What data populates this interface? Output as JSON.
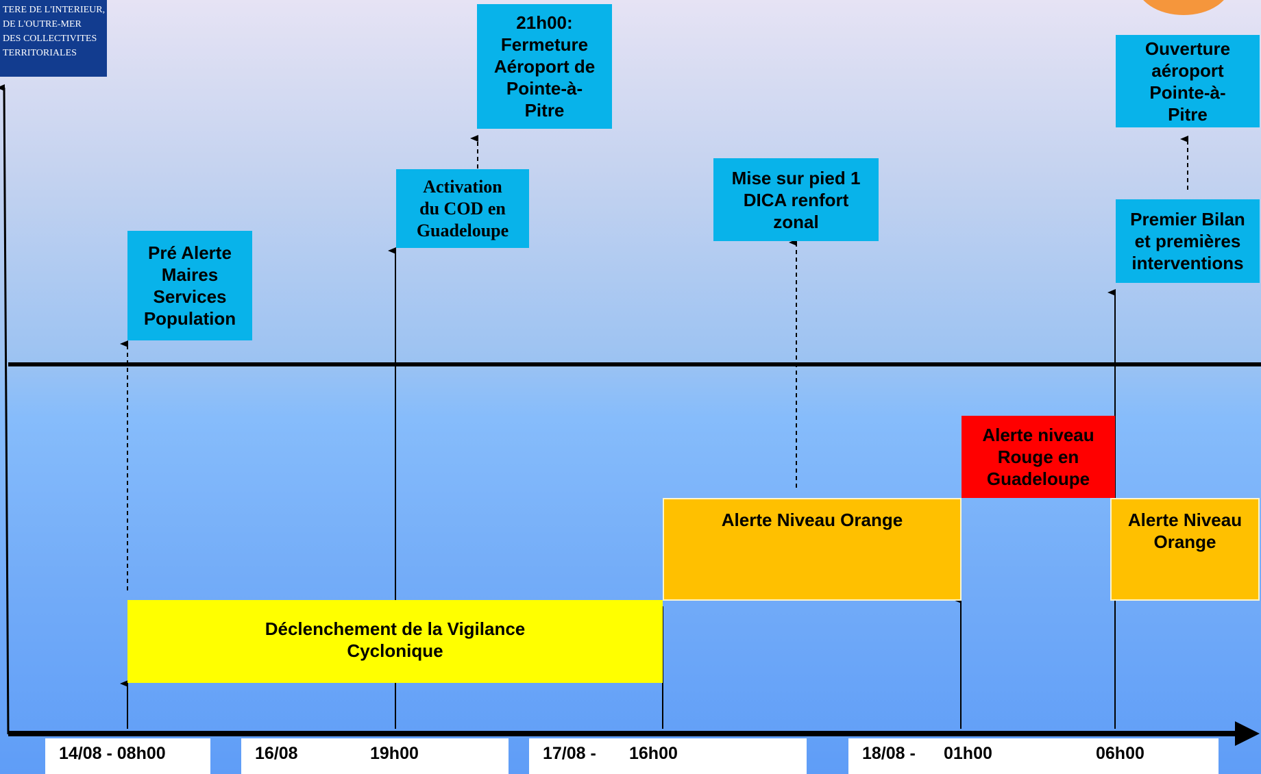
{
  "logo": {
    "lines": "TERE DE L'INTERIEUR,\nDE L'OUTRE-MER\nDES COLLECTIVITES\nTERRITORIALES"
  },
  "events": {
    "pre_alerte": "Pré Alerte\nMaires\nServices\nPopulation",
    "activation_cod": "Activation\ndu COD en\nGuadeloupe",
    "fermeture_aeroport": "21h00:\nFermeture\nAéroport de\nPointe-à-\nPitre",
    "mise_sur_pied": "Mise sur pied 1\nDICA renfort\nzonal",
    "premier_bilan": "Premier Bilan\net  premières\ninterventions",
    "ouverture_aeroport": "Ouverture\naéroport\nPointe-à-\nPitre"
  },
  "phases": {
    "vigilance": "Déclenchement de la Vigilance\nCyclonique",
    "orange_1": "Alerte Niveau Orange",
    "rouge": "Alerte niveau\nRouge en\nGuadeloupe",
    "orange_2": "Alerte Niveau\nOrange"
  },
  "timeline": {
    "d1": "14/08 - 08h00",
    "d2": "16/08",
    "t2": "19h00",
    "d3": "17/08 -",
    "t3": "16h00",
    "d4": "18/08 -",
    "t4": "01h00",
    "t5": "06h00"
  },
  "colors": {
    "event": "#08b3ea",
    "vigilance": "#ffff00",
    "orange": "#ffc000",
    "rouge": "#ff0000"
  }
}
